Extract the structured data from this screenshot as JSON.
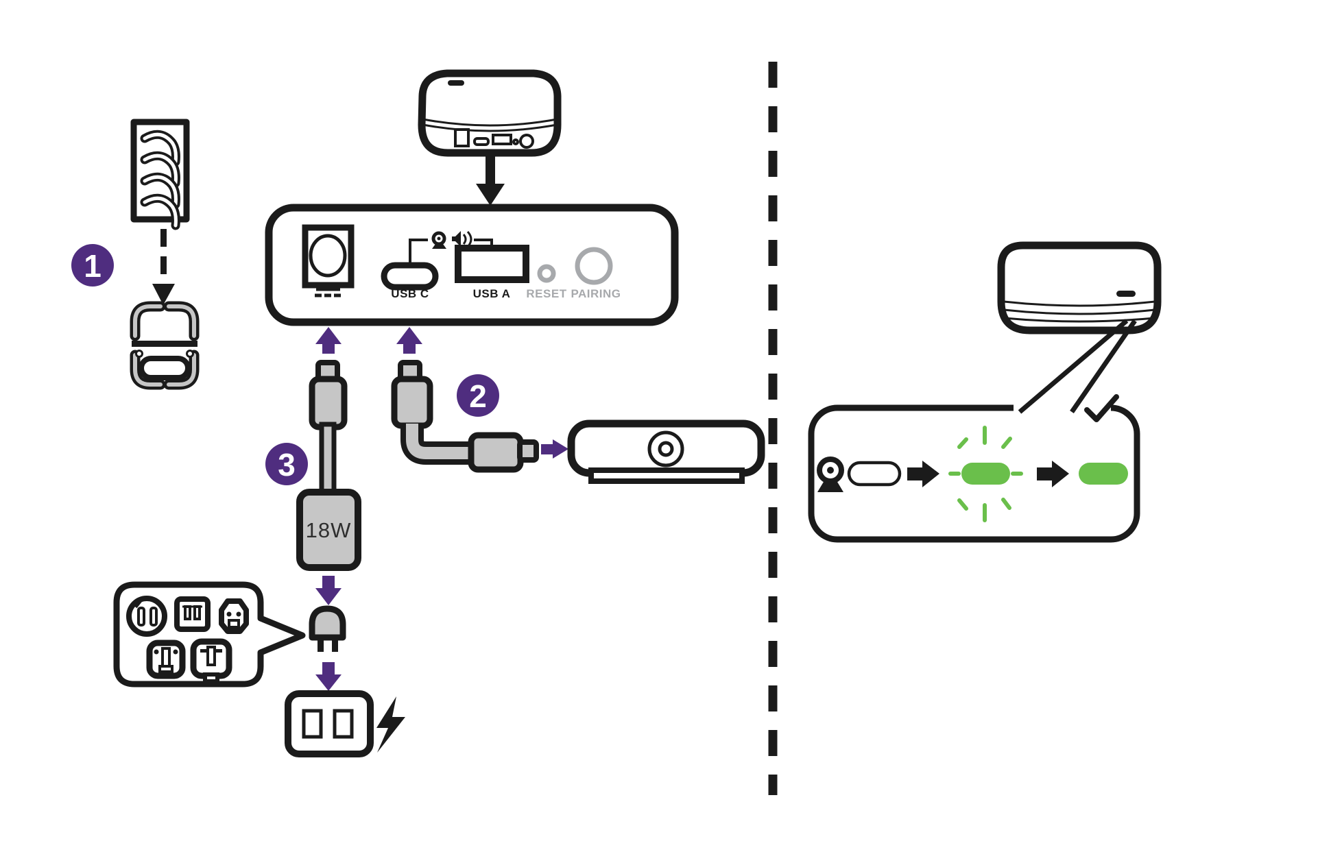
{
  "page": {
    "background": "#ffffff",
    "kind": "device setup diagram"
  },
  "steps": {
    "one": "1",
    "two": "2",
    "three": "3"
  },
  "rear_panel": {
    "usb_c_label": "USB C",
    "usb_a_label": "USB A",
    "reset_label": "RESET",
    "pairing_label": "PAIRING"
  },
  "power": {
    "adapter_wattage": "18W"
  },
  "led_sequence": [
    {
      "state": "off"
    },
    {
      "state": "blinking-green"
    },
    {
      "state": "solid-green"
    }
  ],
  "icons": {
    "velcro_strip": "velcro-strip-icon",
    "tv_mount": "tv-mount-icon",
    "dc_power": "dc-power-icon",
    "webcam": "webcam-icon",
    "speaker": "speaker-icon",
    "plug_types": "international-plug-types-icon",
    "power_plug": "power-plug-icon",
    "wall_outlet": "wall-outlet-icon",
    "lightning": "lightning-bolt-icon",
    "checkmark": "checkmark-icon"
  },
  "colors": {
    "accent": "#4f2d7f",
    "green": "#6abf4b",
    "gray_muted": "#a7a9ac",
    "connector_gray": "#c6c6c6",
    "ink": "#1b1b1b"
  }
}
